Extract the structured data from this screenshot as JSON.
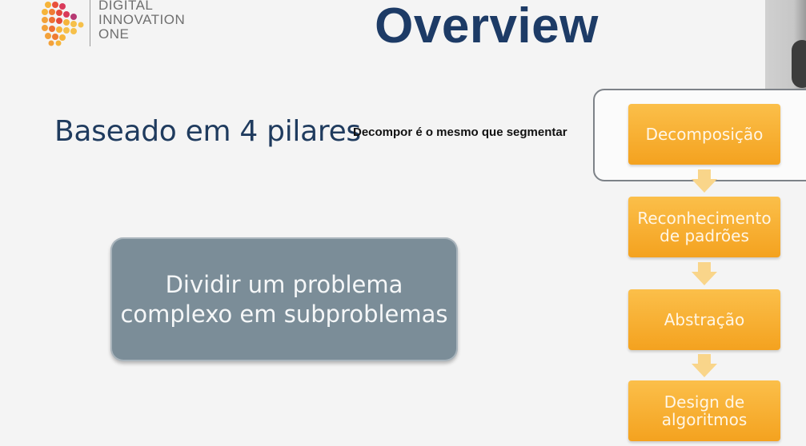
{
  "logo": {
    "line1": "DIGITAL",
    "line2": "INNOVATION",
    "line3": "ONE"
  },
  "title": "Overview",
  "subtitle": "Baseado em 4 pilares",
  "note": "Decompor é o mesmo que segmentar",
  "main_box": {
    "line1": "Dividir um problema",
    "line2": "complexo  em subproblemas"
  },
  "pillars": [
    {
      "line1": "Decomposição",
      "line2": ""
    },
    {
      "line1": "Reconhecimento",
      "line2": "de padrões"
    },
    {
      "line1": "Abstração",
      "line2": ""
    },
    {
      "line1": "Design de",
      "line2": "algoritmos"
    }
  ],
  "colors": {
    "title": "#1d3b66",
    "pillar": "#f7aa2b",
    "main_box": "#7b8d98"
  }
}
